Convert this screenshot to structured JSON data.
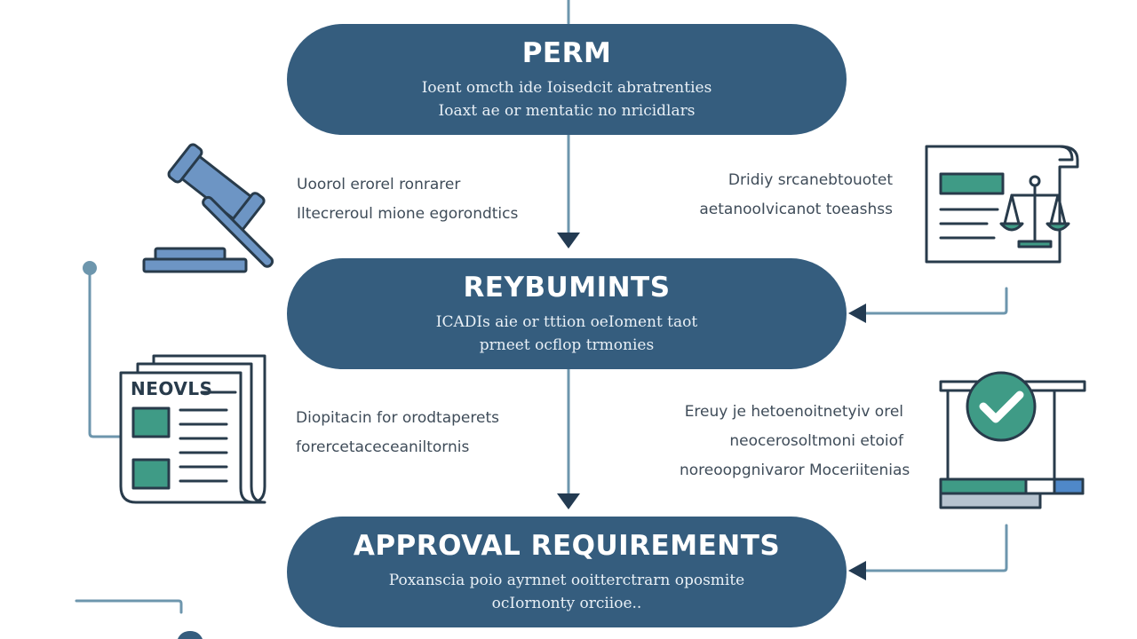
{
  "colors": {
    "pill": "#355d7e",
    "pill_text": "#ffffff",
    "connector": "#6d96ad",
    "arrow": "#233b52",
    "icon_stroke": "#283b4b",
    "icon_blue": "#6d95c4",
    "icon_green": "#3f9b86",
    "body_text": "#3f4c59"
  },
  "steps": [
    {
      "title": "PERM",
      "lines": [
        "Ioent omcth ide Ioisedcit abratrenties",
        "Ioaxt ae or mentatic no nricidlars"
      ]
    },
    {
      "title": "REYBUMINTS",
      "lines": [
        "ICADIs aie or tttion oeIoment taot",
        "prneet ocflop trmonies"
      ]
    },
    {
      "title": "APPROVAL REQUIREMENTS",
      "lines": [
        "Poxanscia poio ayrnnet ooitterctrarn oposmite",
        "ocIornonty orciioe.."
      ]
    }
  ],
  "notes": {
    "top_left": [
      "Uoorol erorel ronrarer",
      "Iltecreroul mione egorondtics"
    ],
    "top_right": [
      "Dridiy srcanebtouotet",
      "aetanooIvicanot toeashss"
    ],
    "mid_left": [
      "Diopitacin for orodtaperets",
      "forercetaceceaniltornis"
    ],
    "mid_right": [
      "Ereuy je hetoenoitnetyiv orel",
      "neocerosoltmoni etoiof",
      "noreoopgnivaror Moceriitenias"
    ]
  },
  "newspaper_label": "NEOVLS",
  "icons": {
    "gavel": "gavel-icon",
    "document_scales": "document-scales-icon",
    "newspaper": "newspaper-icon",
    "approval_check": "approval-check-icon"
  }
}
